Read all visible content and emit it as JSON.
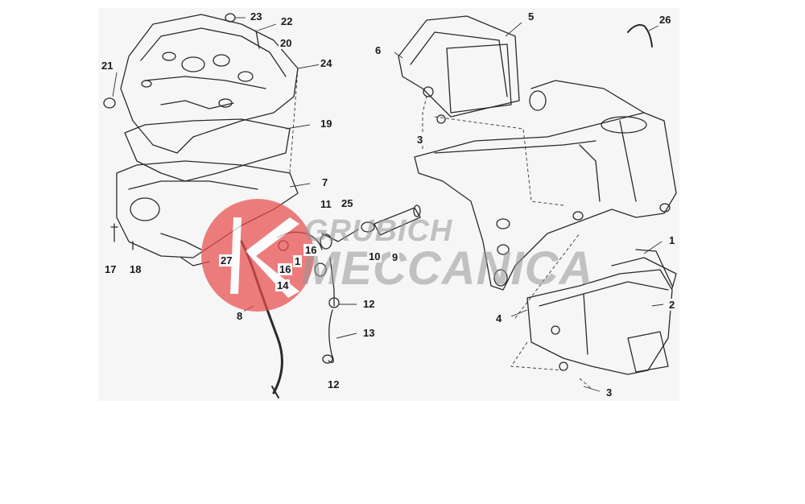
{
  "diagram": {
    "labels": [
      {
        "id": "l23",
        "text": "23"
      },
      {
        "id": "l22",
        "text": "22"
      },
      {
        "id": "l20",
        "text": "20"
      },
      {
        "id": "l21",
        "text": "21"
      },
      {
        "id": "l24",
        "text": "24"
      },
      {
        "id": "l19",
        "text": "19"
      },
      {
        "id": "l7",
        "text": "7"
      },
      {
        "id": "l11",
        "text": "11"
      },
      {
        "id": "l25",
        "text": "25"
      },
      {
        "id": "l16",
        "text": "16"
      },
      {
        "id": "l1a",
        "text": "1"
      },
      {
        "id": "l16b",
        "text": "16"
      },
      {
        "id": "l14",
        "text": "14"
      },
      {
        "id": "l27",
        "text": "27"
      },
      {
        "id": "l17",
        "text": "17"
      },
      {
        "id": "l18",
        "text": "18"
      },
      {
        "id": "l8",
        "text": "8"
      },
      {
        "id": "l10",
        "text": "10"
      },
      {
        "id": "l9",
        "text": "9"
      },
      {
        "id": "l12a",
        "text": "12"
      },
      {
        "id": "l13",
        "text": "13"
      },
      {
        "id": "l12b",
        "text": "12"
      },
      {
        "id": "l6",
        "text": "6"
      },
      {
        "id": "l5",
        "text": "5"
      },
      {
        "id": "l3a",
        "text": "3"
      },
      {
        "id": "l26",
        "text": "26"
      },
      {
        "id": "l1b",
        "text": "1"
      },
      {
        "id": "l2",
        "text": "2"
      },
      {
        "id": "l4",
        "text": "4"
      },
      {
        "id": "l3b",
        "text": "3"
      }
    ]
  },
  "watermark": {
    "line1": "GRUBICH",
    "line2": "MECCANICA",
    "logo_color": "#e94e4e"
  }
}
